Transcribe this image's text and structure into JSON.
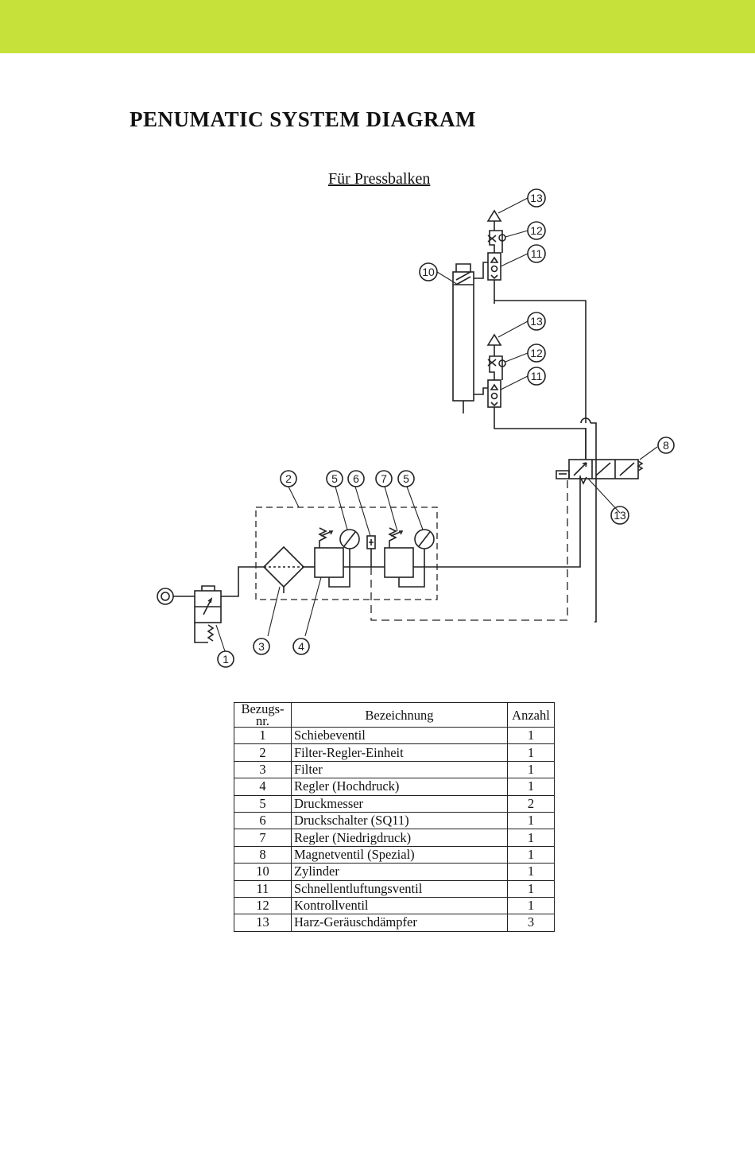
{
  "colors": {
    "top_bar": "#c6e23a",
    "ink": "#222222"
  },
  "header": {
    "title": "PENUMATIC  SYSTEM  DIAGRAM"
  },
  "diagram": {
    "subtitle": "Für Pressbalken",
    "callouts": [
      "1",
      "2",
      "3",
      "4",
      "5",
      "6",
      "7",
      "5",
      "8",
      "10",
      "11",
      "12",
      "13",
      "11",
      "12",
      "13",
      "13"
    ]
  },
  "parts_table": {
    "headers": {
      "ref": "Bezugs-nr.",
      "name": "Bezeichnung",
      "qty": "Anzahl"
    },
    "rows": [
      {
        "ref": "1",
        "name": "Schiebeventil",
        "qty": "1"
      },
      {
        "ref": "2",
        "name": "Filter-Regler-Einheit",
        "qty": "1"
      },
      {
        "ref": "3",
        "name": "Filter",
        "qty": "1"
      },
      {
        "ref": "4",
        "name": "Regler (Hochdruck)",
        "qty": "1"
      },
      {
        "ref": "5",
        "name": "Druckmesser",
        "qty": "2"
      },
      {
        "ref": "6",
        "name": "Druckschalter (SQ11)",
        "qty": "1"
      },
      {
        "ref": "7",
        "name": "Regler (Niedrigdruck)",
        "qty": "1"
      },
      {
        "ref": "8",
        "name": "Magnetventil (Spezial)",
        "qty": "1"
      },
      {
        "ref": "10",
        "name": "Zylinder",
        "qty": "1"
      },
      {
        "ref": "11",
        "name": "Schnellentluftungsventil",
        "qty": "1"
      },
      {
        "ref": "12",
        "name": "Kontrollventil",
        "qty": "1"
      },
      {
        "ref": "13",
        "name": "Harz-Geräuschdämpfer",
        "qty": "3"
      }
    ]
  }
}
